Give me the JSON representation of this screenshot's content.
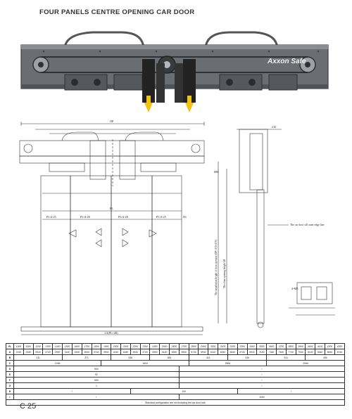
{
  "title": "FOUR PANELS CENTRE OPENING CAR DOOR",
  "brand": "Axxon Safe",
  "page_number": "C 25",
  "drawing": {
    "annotation_side": "The car door sill outer edge line",
    "annotation_vertical_1": "The installation height of door operator (OP+135+170)",
    "annotation_vertical_2": "The clear opening height LH",
    "dim_bottom": "1.5(PL+40)",
    "dim_op": "OP",
    "dim_pl": "PL",
    "dim_pl_left": "PL/4-25",
    "dim_pl_mid_left": "PL/4-28",
    "dim_pl_mid_right": "PL/4-28",
    "dim_pl_right": "PL/4-25",
    "dim_top_right": "210",
    "dim_hh": "HH",
    "label_ss": "SS",
    "label_screws": "4-M8"
  },
  "spec_table": {
    "header_label": "PL",
    "second_label": "A",
    "pl_values": [
      "1000",
      "1100",
      "1200",
      "1300",
      "1400",
      "1500",
      "1600",
      "1700",
      "1800",
      "1900",
      "2000",
      "2100",
      "2200",
      "2300",
      "2400",
      "2500",
      "2600",
      "2700",
      "2800",
      "2900",
      "3000",
      "3100",
      "3200",
      "3300",
      "3400",
      "3500",
      "3600",
      "3700",
      "3800",
      "3900",
      "4000",
      "4100",
      "4200",
      "4300"
    ],
    "a_values": [
      "2140",
      "2340",
      "2540",
      "2740",
      "2940",
      "3140",
      "3340",
      "3540",
      "3740",
      "3940",
      "4140",
      "4340",
      "4540",
      "4740",
      "4940",
      "5140",
      "5340",
      "5540",
      "5740",
      "5940",
      "6140",
      "6340",
      "6540",
      "6740",
      "6940",
      "7140",
      "7340",
      "7540",
      "7740",
      "7940",
      "8140",
      "8340",
      "8540",
      "8740"
    ],
    "rows": [
      {
        "label": "B",
        "cells": [
          "211",
          "271",
          "336",
          "381",
          "414",
          "436",
          "511",
          "436"
        ]
      },
      {
        "label": "C",
        "cells": [
          "1436",
          "1604",
          "1806",
          "2066"
        ]
      },
      {
        "label": "D",
        "cells": [
          "500",
          "/"
        ]
      },
      {
        "label": "E",
        "cells": [
          "92",
          "/"
        ]
      },
      {
        "label": "F",
        "cells": [
          "650",
          "/"
        ]
      },
      {
        "label": "G",
        "cells": [
          "1",
          "/"
        ]
      },
      {
        "label": "H",
        "cells": [
          "/",
          "100",
          "/"
        ]
      },
      {
        "label": "I",
        "cells": [
          "/",
          "1090"
        ]
      }
    ],
    "footnote": "Standard configuration are not including the car door lock"
  }
}
